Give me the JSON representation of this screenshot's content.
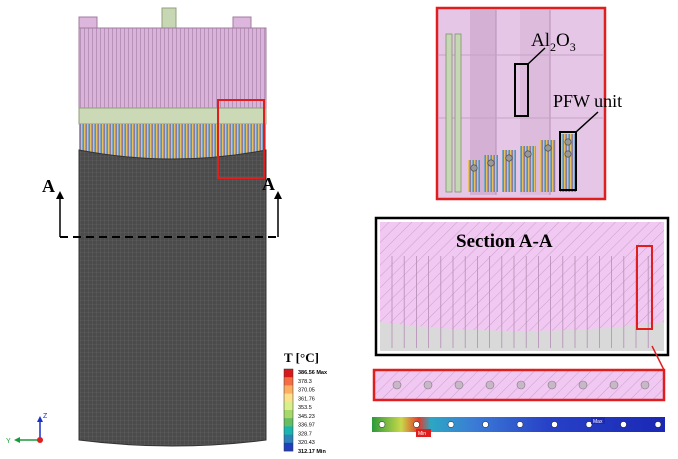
{
  "section_marker": "A",
  "detail_labels": {
    "material_prefix": "Al",
    "material_sub1": "2",
    "material_mid": "O",
    "material_sub2": "3",
    "unit": "PFW unit"
  },
  "section_title": "Section A-A",
  "legend": {
    "title": "T [°C]",
    "max_label": "386.56 Max",
    "ticks": [
      "378.3",
      "370.05",
      "361.76",
      "353.5",
      "345.23",
      "336.97",
      "328.7",
      "320.43"
    ],
    "min_label": "312.17 Min",
    "colors": [
      "#d7191c",
      "#f46d43",
      "#fdae61",
      "#fee08b",
      "#d9ef8b",
      "#a6d96a",
      "#66bd63",
      "#1ab5b0",
      "#2b83ba",
      "#1f3fbf"
    ]
  },
  "strip_markers": {
    "min": "Min",
    "max": "Max"
  },
  "triad": {
    "z": "Z",
    "y": "Y"
  },
  "colors": {
    "pink": "#dcb8dc",
    "pink_dark": "#b98db9",
    "green_pipe": "#c9d8b5",
    "mesh": "#4a4a4a",
    "highlight": "#e01e1e"
  }
}
